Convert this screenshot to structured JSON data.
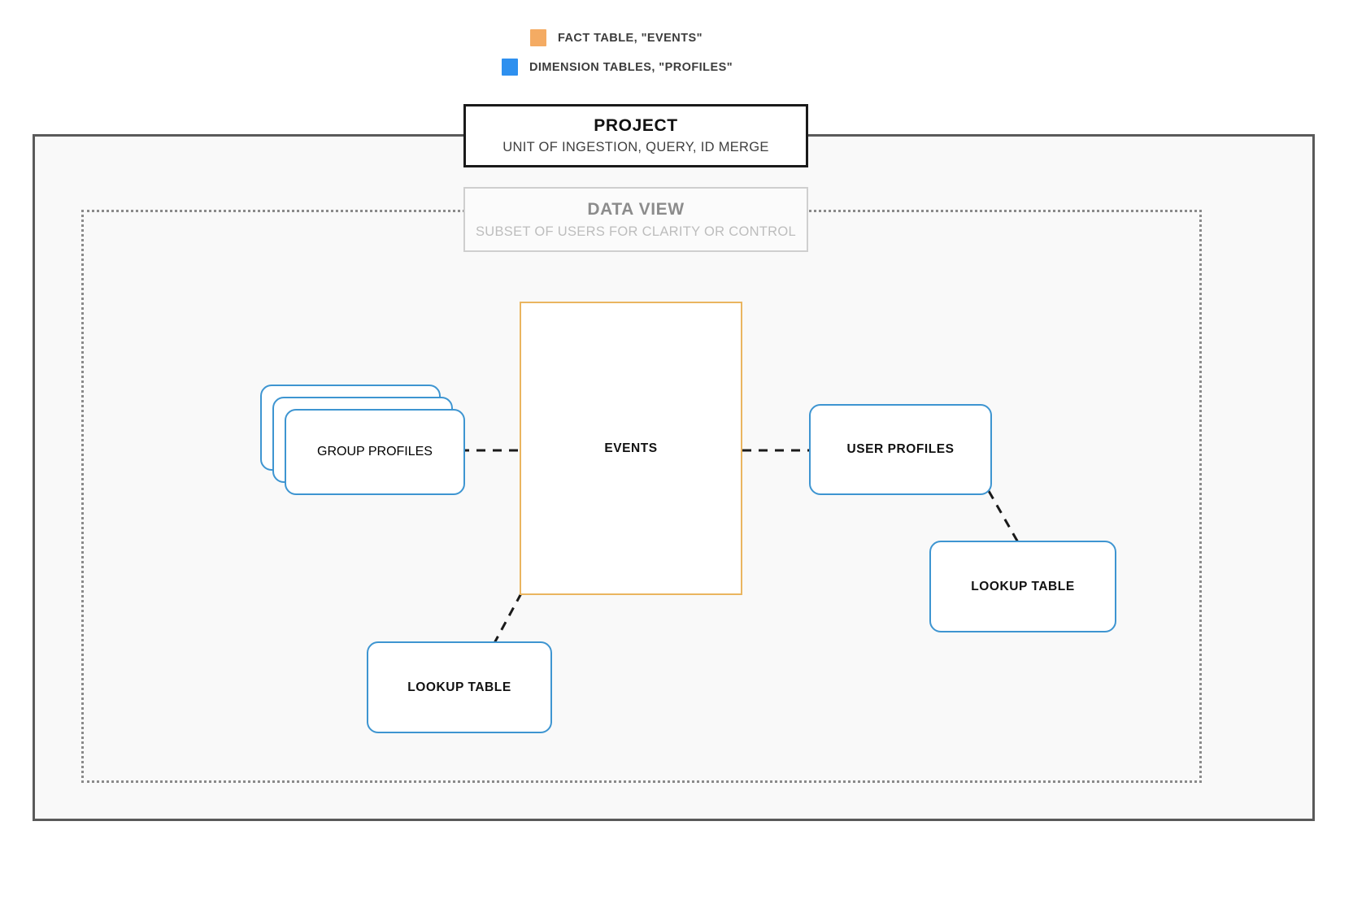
{
  "legend": {
    "items": [
      {
        "swatch_color": "#f4ab63",
        "label": "FACT TABLE, \"EVENTS\"",
        "icon": "square-swatch-icon"
      },
      {
        "swatch_color": "#2e90ef",
        "label": "DIMENSION TABLES, \"PROFILES\"",
        "icon": "square-swatch-icon"
      }
    ]
  },
  "project": {
    "title": "PROJECT",
    "subtitle": "UNIT OF INGESTION, QUERY, ID MERGE",
    "border_color": "#1a1a1a"
  },
  "data_view": {
    "title": "DATA VIEW",
    "subtitle": "SUBSET OF USERS FOR CLARITY OR CONTROL",
    "border_color": "#cfcfcf"
  },
  "nodes": {
    "events": {
      "label": "EVENTS",
      "type": "fact-table",
      "border_color": "#eab560"
    },
    "group_profiles": {
      "label": "GROUP PROFILES",
      "type": "dimension-table-stack",
      "border_color": "#3e95d1",
      "stack_count": 3
    },
    "user_profiles": {
      "label": "USER PROFILES",
      "type": "dimension-table",
      "border_color": "#3e95d1"
    },
    "lookup_left": {
      "label": "LOOKUP TABLE",
      "type": "dimension-table",
      "border_color": "#3e95d1"
    },
    "lookup_right": {
      "label": "LOOKUP TABLE",
      "type": "dimension-table",
      "border_color": "#3e95d1"
    }
  },
  "connectors": [
    {
      "name": "group-profiles-to-events",
      "from": "group_profiles",
      "to": "events",
      "style": "dashed",
      "color": "#1a1a1a"
    },
    {
      "name": "events-to-user-profiles",
      "from": "events",
      "to": "user_profiles",
      "style": "dashed",
      "color": "#1a1a1a"
    },
    {
      "name": "user-profiles-to-lookup-right",
      "from": "user_profiles",
      "to": "lookup_right",
      "style": "dashed",
      "color": "#1a1a1a"
    },
    {
      "name": "events-to-lookup-left",
      "from": "events",
      "to": "lookup_left",
      "style": "dashed",
      "color": "#1a1a1a"
    }
  ],
  "canvas": {
    "background": "#ffffff",
    "project_fill": "#f9f9f9"
  }
}
